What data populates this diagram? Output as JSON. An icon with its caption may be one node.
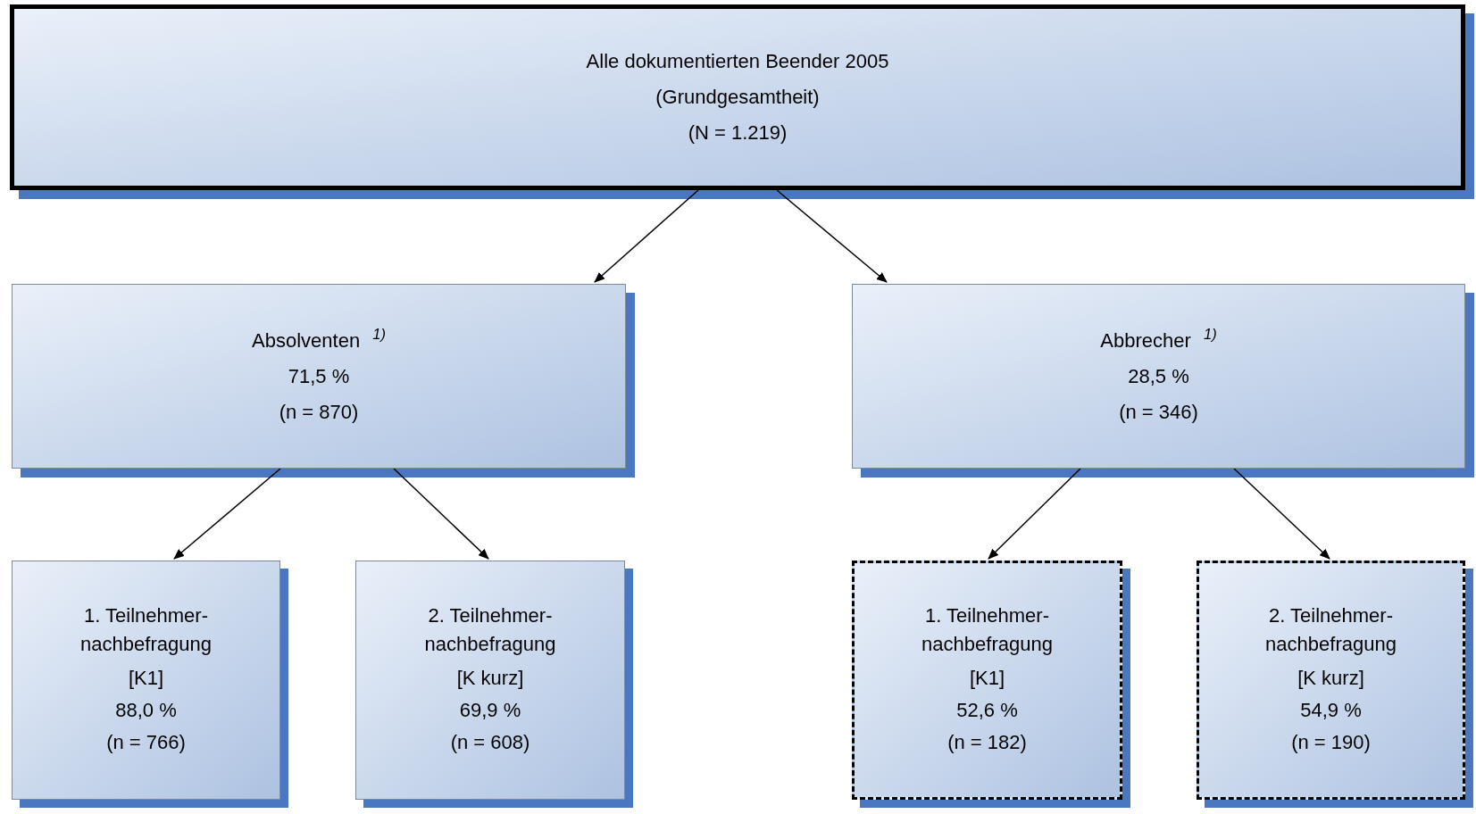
{
  "diagram": {
    "nodes": [
      {
        "text": [
          "Alle dokumentierten Beender 2005",
          "(Grundgesamtheit)",
          "(N = 1.219)"
        ]
      },
      {
        "text": [
          "Absolventen $^{1)}$",
          "71,5 %",
          "(n = 870)"
        ]
      },
      {
        "text": [
          "Abbrecher $^{1)}$",
          "28,5 %",
          "(n = 346)"
        ]
      },
      {
        "text": [
          "1. Teilnehmer-nachbefragung",
          "[K1]",
          "88,0 %",
          "(n = 766)"
        ]
      },
      {
        "text": [
          "2. Teilnehmer-nachbefragung",
          "[K kurz]",
          "69,9 %",
          "(n = 608)"
        ]
      },
      {
        "text": [
          "1. Teilnehmer-nachbefragung",
          "[K1]",
          "52,6 %",
          "(n = 182)"
        ]
      },
      {
        "text": [
          "2. Teilnehmer-nachbefragung",
          "[K kurz]",
          "54,9 %",
          "(n = 190)"
        ]
      }
    ],
    "edges": [
      {
        "from": 0,
        "to": 1,
        "arrow": "to"
      },
      {
        "from": 0,
        "to": 2,
        "arrow": "to"
      },
      {
        "from": 1,
        "to": 3,
        "arrow": "to"
      },
      {
        "from": 1,
        "to": 4,
        "arrow": "to"
      },
      {
        "from": 2,
        "to": 5,
        "arrow": "to"
      },
      {
        "from": 2,
        "to": 6,
        "arrow": "to"
      }
    ]
  }
}
